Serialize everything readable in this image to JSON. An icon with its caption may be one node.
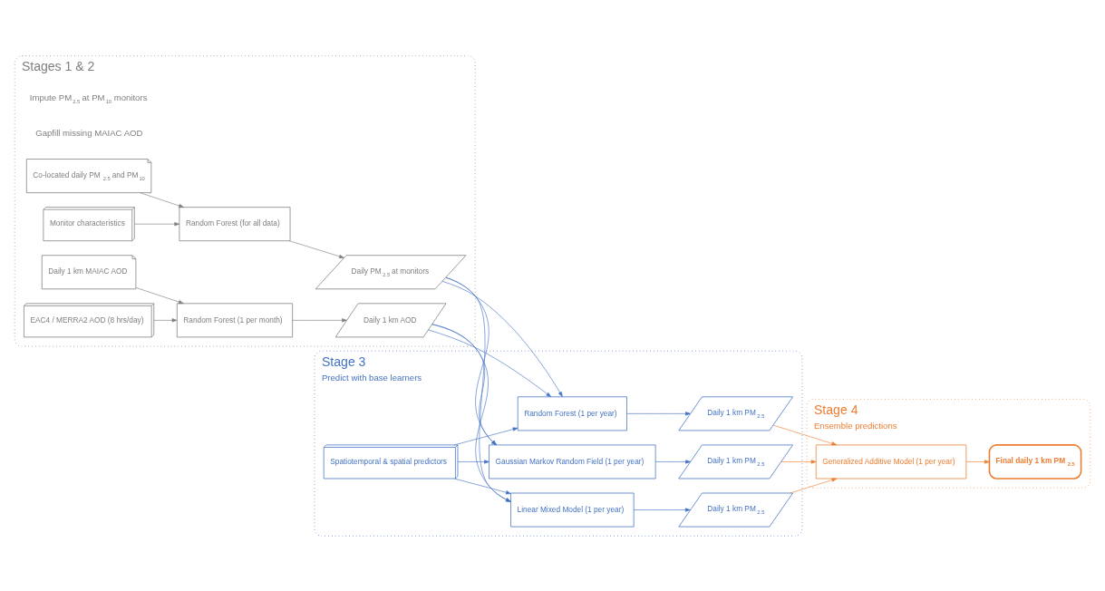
{
  "diagram": {
    "nodes": [
      {
        "text": [
          "Stages 1 & 2"
        ]
      },
      {
        "text": [
          "Co-located daily PM$_{2.5}$ and PM$_{10}$"
        ],
        "in": 0
      },
      {
        "text": [
          "Monitor characteristics"
        ],
        "in": 0
      },
      {
        "text": [
          "Random Forest (for all data)"
        ],
        "in": 0
      },
      {
        "text": [
          "Daily PM$_{2.5}$ at monitors"
        ],
        "in": 0
      },
      {
        "text": [
          "Daily 1 km MAIAC AOD"
        ],
        "in": 0
      },
      {
        "text": [
          "EAC4 / MERRA2 AOD (8 hrs/day)"
        ],
        "in": 0
      },
      {
        "text": [
          "Random Forest (1 per month)"
        ],
        "in": 0
      },
      {
        "text": [
          "Daily 1 km AOD"
        ],
        "in": 0
      },
      {
        "text": [
          "Stage 3",
          "Predict with base learners"
        ]
      },
      {
        "text": [
          "Spatiotemporal & spatial predictors"
        ],
        "in": 9
      },
      {
        "text": [
          "Linear Mixed Model (1 per year)"
        ],
        "in": 9
      },
      {
        "text": [
          "Daily 1 km PM$_{2.5}$"
        ],
        "in": 9
      },
      {
        "text": [
          "Gaussian Markov Random Field (1 per year)"
        ],
        "in": 9
      },
      {
        "text": [
          "Daily 1 km PM$_{2.5}$"
        ],
        "in": 9
      },
      {
        "text": [
          "Random Forest (1 per year)"
        ],
        "in": 9
      },
      {
        "text": [
          "Daily 1 km PM$_{2.5}$"
        ],
        "in": 9
      },
      {
        "text": [
          "Stage 4",
          "Ensemble predictions"
        ]
      },
      {
        "text": [
          "Generalized Additive Model (1 per year)"
        ],
        "in": 17
      },
      {
        "text": [
          "Final daily 1 km PM$_{2.5}$"
        ],
        "in": 17
      }
    ],
    "edges": [
      {
        "from": 1,
        "to": 3,
        "arrow": "to",
        "color": "#7f7f7f"
      },
      {
        "from": 2,
        "to": 3,
        "arrow": "to",
        "color": "#7f7f7f"
      },
      {
        "from": 3,
        "to": 4,
        "arrow": "to",
        "color": "#7f7f7f"
      },
      {
        "from": 5,
        "to": 7,
        "arrow": "to",
        "color": "#7f7f7f"
      },
      {
        "from": 6,
        "to": 7,
        "arrow": "to",
        "color": "#7f7f7f"
      },
      {
        "from": 7,
        "to": 8,
        "arrow": "to",
        "color": "#7f7f7f"
      },
      {
        "from": 4,
        "to": 11,
        "arrow": "to"
      },
      {
        "from": 4,
        "to": 13,
        "arrow": "to"
      },
      {
        "from": 4,
        "to": 15,
        "arrow": "to"
      },
      {
        "from": 8,
        "to": 11,
        "arrow": "to"
      },
      {
        "from": 8,
        "to": 13,
        "arrow": "to"
      },
      {
        "from": 8,
        "to": 15,
        "arrow": "to"
      },
      {
        "from": 10,
        "to": 11,
        "arrow": "to"
      },
      {
        "from": 10,
        "to": 13,
        "arrow": "to"
      },
      {
        "from": 10,
        "to": 15,
        "arrow": "to"
      },
      {
        "from": 11,
        "to": 12,
        "arrow": "to"
      },
      {
        "from": 13,
        "to": 14,
        "arrow": "to"
      },
      {
        "from": 15,
        "to": 16,
        "arrow": "to"
      },
      {
        "from": 12,
        "to": 18,
        "arrow": "to",
        "color": "#ed7d31"
      },
      {
        "from": 14,
        "to": 18,
        "arrow": "to",
        "color": "#ed7d31"
      },
      {
        "from": 16,
        "to": 18,
        "arrow": "to",
        "color": "#ed7d31"
      },
      {
        "from": 18,
        "to": 19,
        "arrow": "to",
        "color": "#ed7d31"
      }
    ],
    "labels": [
      "Impute PM$_{2.5}$ at PM$_{10}$ monitors",
      "Gapfill missing MAIAC AOD"
    ]
  }
}
